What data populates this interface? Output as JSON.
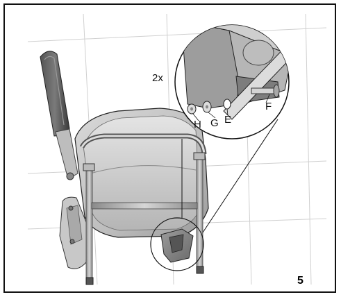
{
  "detail": {
    "quantity": "2x",
    "parts": {
      "h": "H",
      "g": "G",
      "e": "E",
      "f": "F"
    }
  },
  "step_number": "5"
}
